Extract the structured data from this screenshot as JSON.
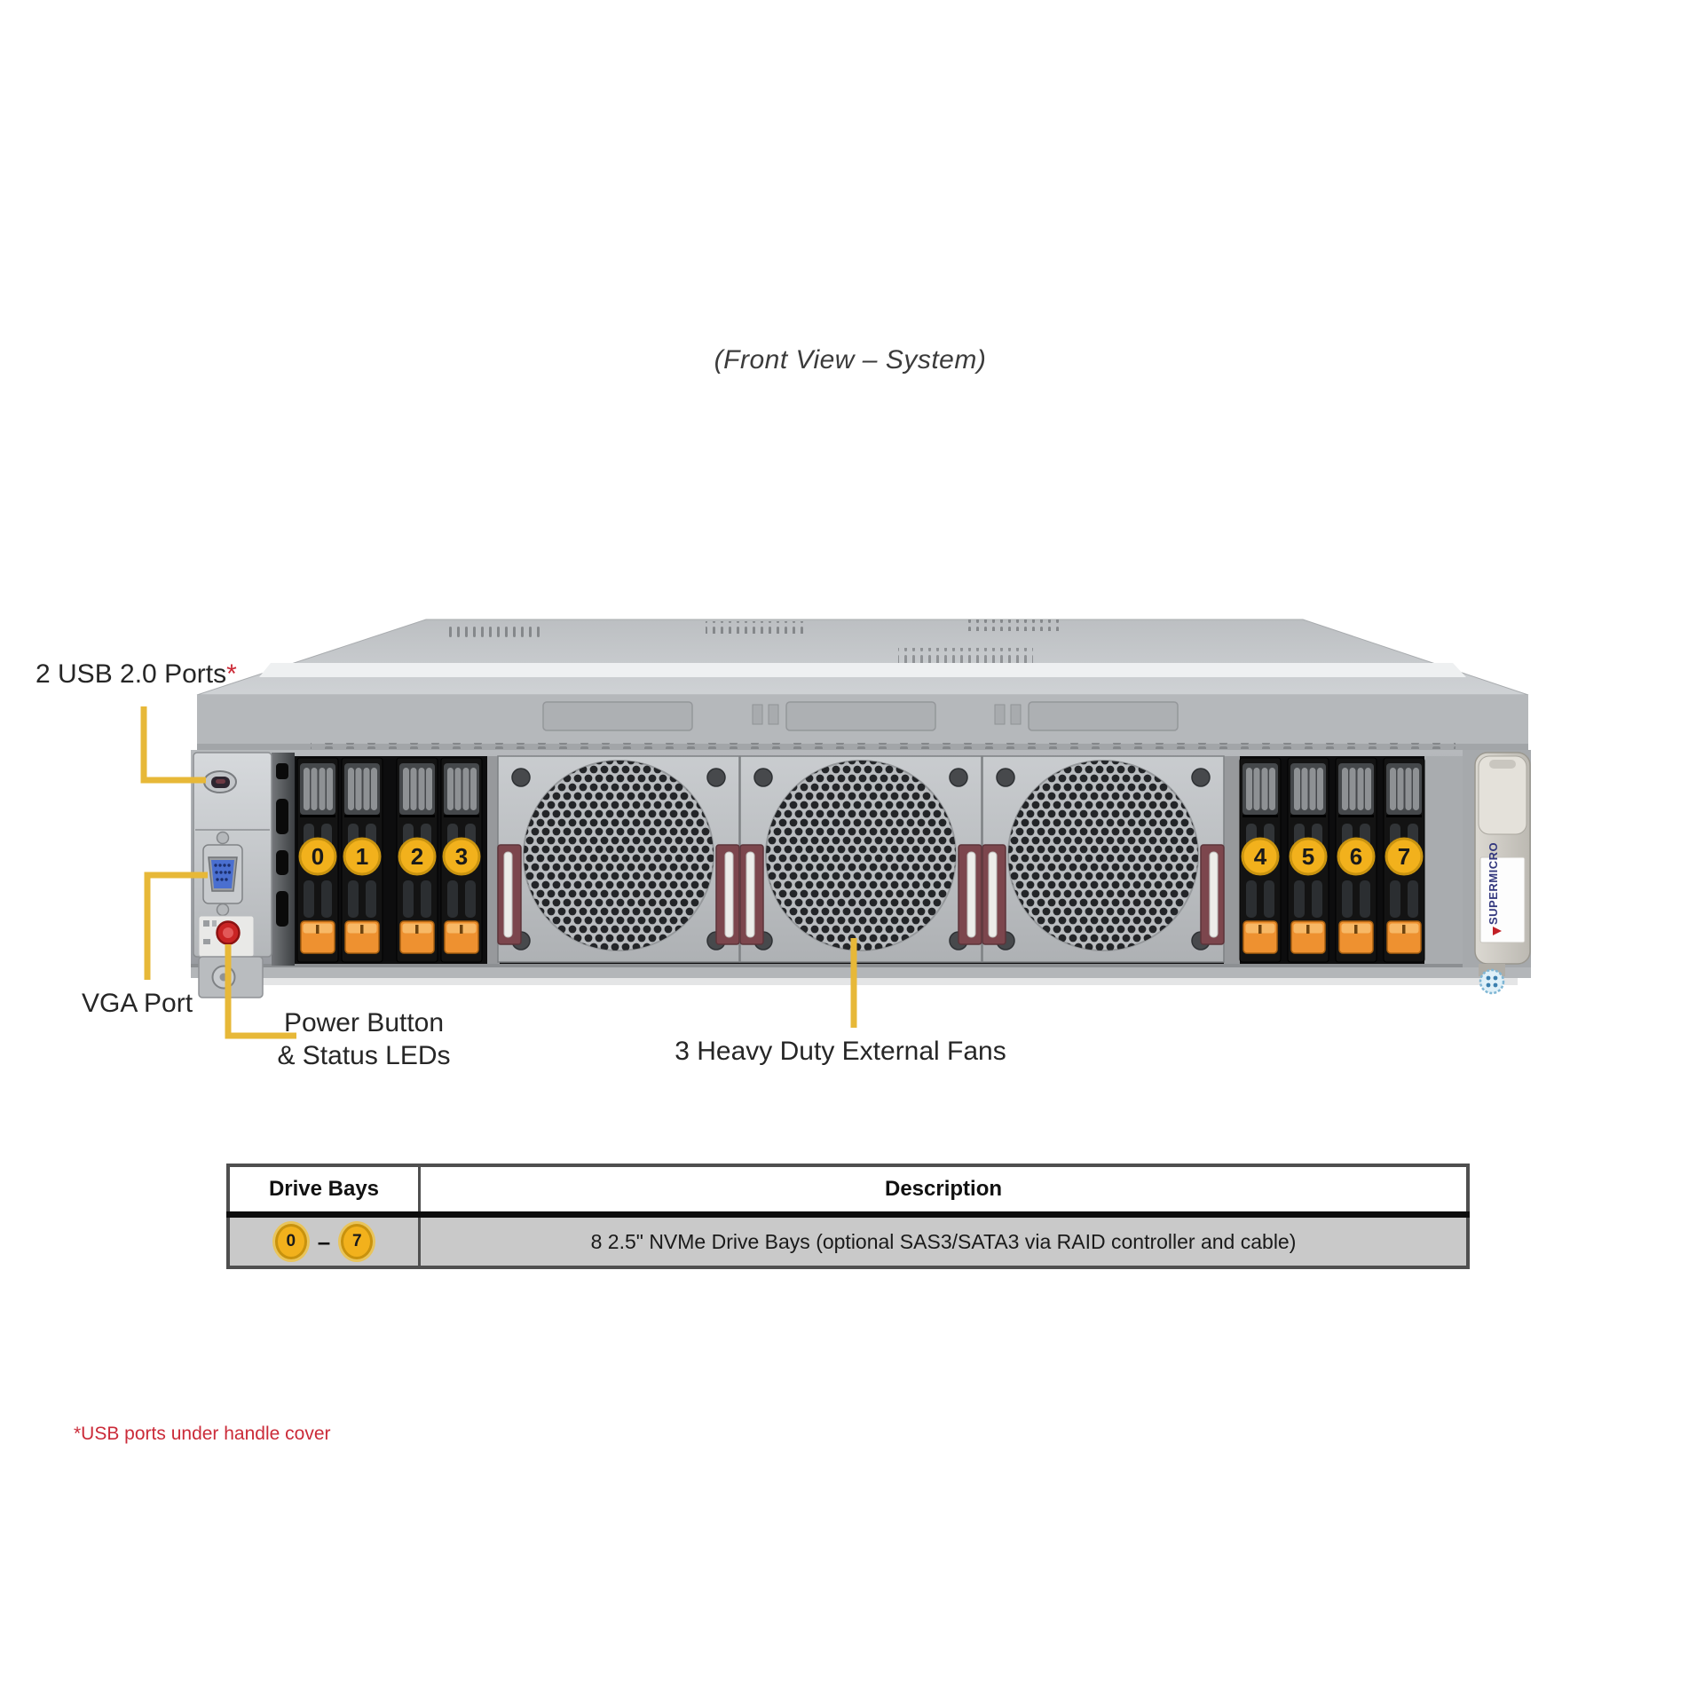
{
  "title": "(Front View – System)",
  "callouts": {
    "usb": {
      "text": "2 USB 2.0 Ports",
      "asterisk": "*"
    },
    "vga": {
      "text": "VGA Port"
    },
    "power": {
      "line1": "Power Button",
      "line2": "& Status LEDs"
    },
    "fans": {
      "text": "3 Heavy Duty External Fans"
    }
  },
  "server": {
    "drive_bays_left": [
      "0",
      "1",
      "2",
      "3"
    ],
    "drive_bays_right": [
      "4",
      "5",
      "6",
      "7"
    ],
    "handle_logo": "SUPERMICRO"
  },
  "table": {
    "headers": [
      "Drive Bays",
      "Description"
    ],
    "row": {
      "bay_from": "0",
      "bay_dash": "–",
      "bay_to": "7",
      "description": "8 2.5\" NVMe Drive Bays (optional SAS3/SATA3 via RAID controller and cable)"
    }
  },
  "footnote": "*USB ports under handle cover",
  "colors": {
    "callout_line": "#e7b838",
    "bay_badge": "#f2b11c",
    "footnote_red": "#cb2b39",
    "fan_handle_maroon": "#7c464d",
    "latch_orange": "#ee9130"
  }
}
